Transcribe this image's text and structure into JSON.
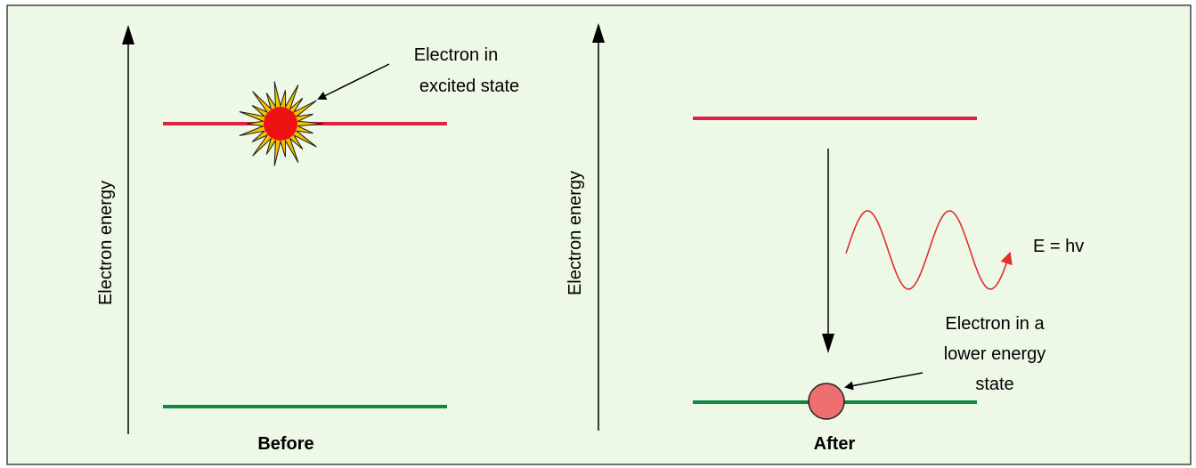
{
  "background_color": "#eef8e6",
  "colors": {
    "upper_level": "#dd2244",
    "lower_level": "#118844",
    "wave": "#e03030",
    "excited_electron": "#ee1111",
    "excited_burst": "#f2c200",
    "relaxed_electron": "#ee6f6f",
    "arrows": "#000000"
  },
  "before": {
    "axis_label": "Electron energy",
    "caption": "Before",
    "electron_label_line1": "Electron in",
    "electron_label_line2": "excited state",
    "electron_icon": "starburst-icon"
  },
  "after": {
    "axis_label": "Electron energy",
    "caption": "After",
    "photon_label": "E = hv",
    "electron_label_line1": "Electron in a",
    "electron_label_line2": "lower energy",
    "electron_label_line3": "state",
    "electron_icon": "circle-icon"
  }
}
